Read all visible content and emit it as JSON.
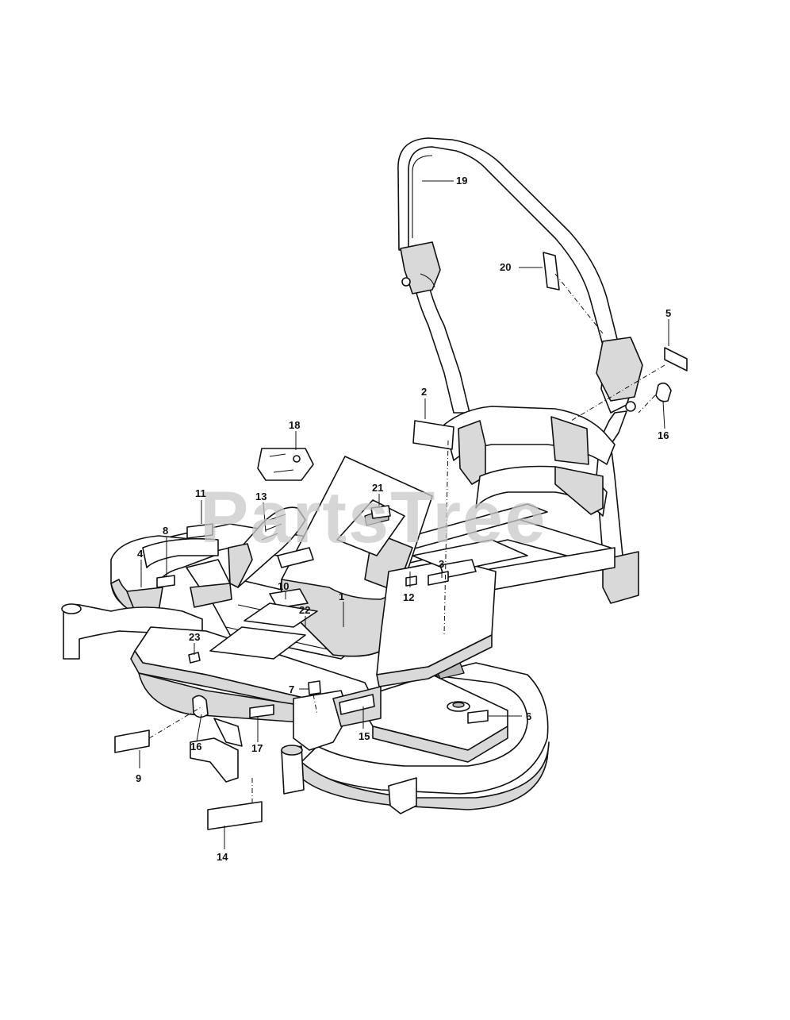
{
  "watermark": {
    "text": "PartsTree"
  },
  "callouts": [
    {
      "id": "c1",
      "label": "1"
    },
    {
      "id": "c2",
      "label": "2"
    },
    {
      "id": "c3",
      "label": "3"
    },
    {
      "id": "c4",
      "label": "4"
    },
    {
      "id": "c5",
      "label": "5"
    },
    {
      "id": "c6",
      "label": "6"
    },
    {
      "id": "c7",
      "label": "7"
    },
    {
      "id": "c8",
      "label": "8"
    },
    {
      "id": "c9",
      "label": "9"
    },
    {
      "id": "c10",
      "label": "10"
    },
    {
      "id": "c11",
      "label": "11"
    },
    {
      "id": "c12",
      "label": "12"
    },
    {
      "id": "c13",
      "label": "13"
    },
    {
      "id": "c14",
      "label": "14"
    },
    {
      "id": "c15",
      "label": "15"
    },
    {
      "id": "c16a",
      "label": "16"
    },
    {
      "id": "c16b",
      "label": "16"
    },
    {
      "id": "c17",
      "label": "17"
    },
    {
      "id": "c18",
      "label": "18"
    },
    {
      "id": "c19",
      "label": "19"
    },
    {
      "id": "c20",
      "label": "20"
    },
    {
      "id": "c21",
      "label": "21"
    },
    {
      "id": "c22",
      "label": "22"
    },
    {
      "id": "c23",
      "label": "23"
    }
  ]
}
